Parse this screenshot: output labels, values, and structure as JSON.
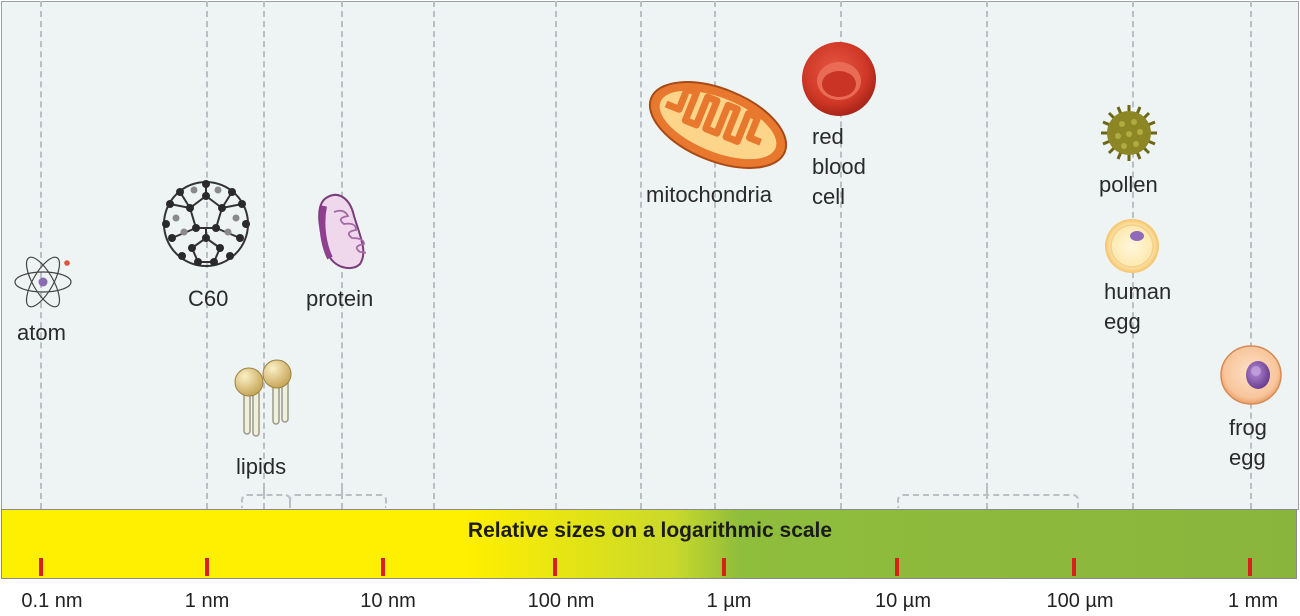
{
  "scale": {
    "title": "Relative sizes on a logarithmic scale",
    "ticks": [
      "0.1 nm",
      "1 nm",
      "10 nm",
      "100 nm",
      "1 µm",
      "10 µm",
      "100 µm",
      "1 mm"
    ]
  },
  "objects": {
    "atom": "atom",
    "c60": "C60",
    "protein": "protein",
    "lipids": "lipids",
    "mitochondria": "mitochondria",
    "rbc_line1": "red",
    "rbc_line2": "blood",
    "rbc_line3": "cell",
    "pollen": "pollen",
    "human_egg_line1": "human",
    "human_egg_line2": "egg",
    "frog_egg_line1": "frog",
    "frog_egg_line2": "egg"
  },
  "colors": {
    "scale_start": "#ffef00",
    "scale_end": "#8ab53d",
    "tick": "#d8201d",
    "background": "#eef4f4"
  }
}
